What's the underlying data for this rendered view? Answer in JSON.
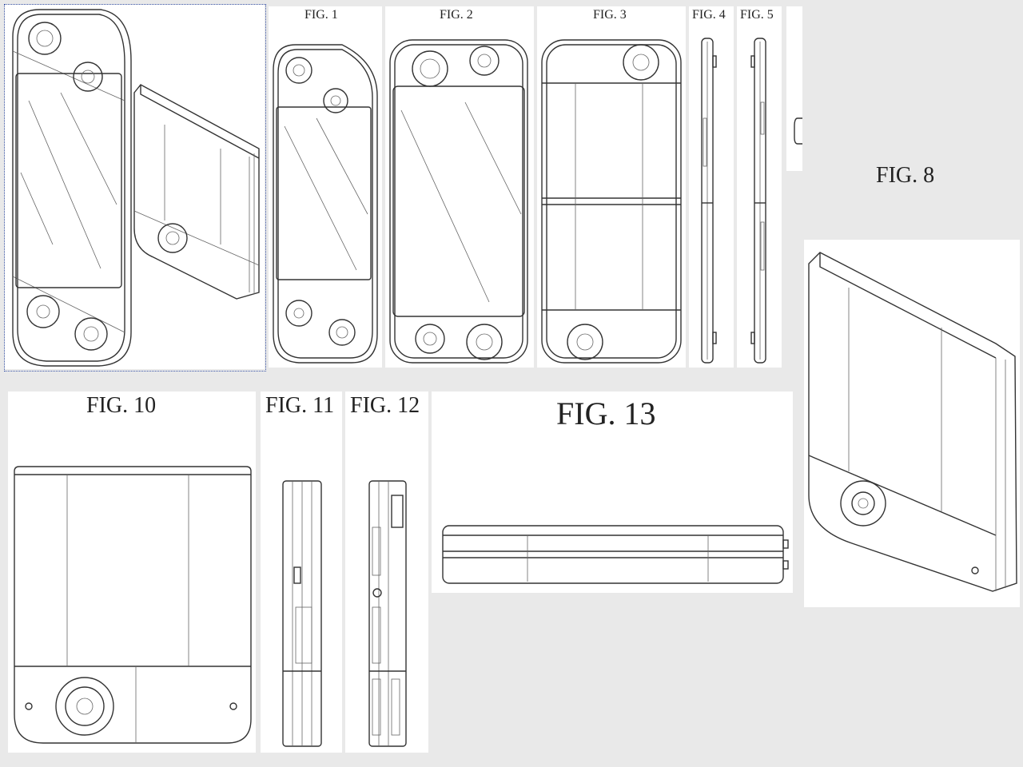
{
  "figures": {
    "fig1": "FIG. 1",
    "fig2": "FIG. 2",
    "fig3": "FIG. 3",
    "fig4": "FIG. 4",
    "fig5": "FIG. 5",
    "fig8": "FIG. 8",
    "fig10": "FIG. 10",
    "fig11": "FIG. 11",
    "fig12": "FIG. 12",
    "fig13": "FIG. 13"
  },
  "colors": {
    "background": "#e9e9e9",
    "panel": "#ffffff",
    "line": "#333333",
    "selection": "#3a55a8"
  }
}
